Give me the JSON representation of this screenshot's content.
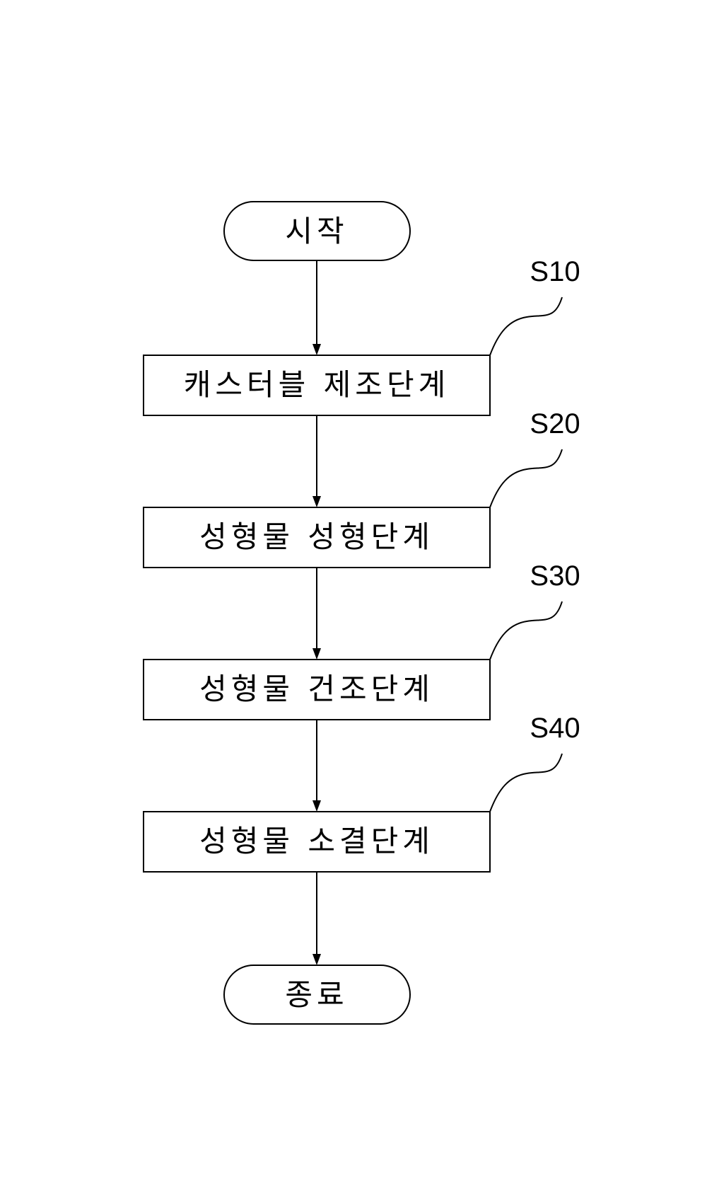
{
  "flowchart": {
    "start": {
      "label": "시작"
    },
    "steps": [
      {
        "id": "S10",
        "label": "캐스터블 제조단계"
      },
      {
        "id": "S20",
        "label": "성형물 성형단계"
      },
      {
        "id": "S30",
        "label": "성형물 건조단계"
      },
      {
        "id": "S40",
        "label": "성형물 소결단계"
      }
    ],
    "end": {
      "label": "종료"
    }
  }
}
